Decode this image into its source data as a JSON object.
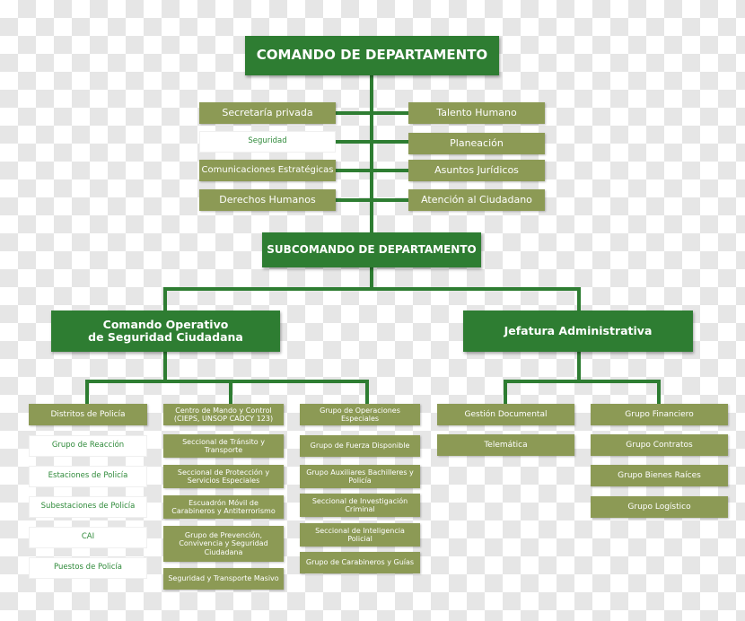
{
  "top": {
    "commander": "COMANDO DE DEPARTAMENTO",
    "subcommander": "SUBCOMANDO DE DEPARTAMENTO"
  },
  "staff_left": {
    "secretaria": "Secretaría privada",
    "seguridad": "Seguridad",
    "comunicaciones": "Comunicaciones Estratégicas",
    "derechos": "Derechos Humanos"
  },
  "staff_right": {
    "talento": "Talento Humano",
    "planeacion": "Planeación",
    "asuntos": "Asuntos Jurídicos",
    "atencion": "Atención al Ciudadano"
  },
  "branches": {
    "operativo_line1": "Comando Operativo",
    "operativo_line2": "de Seguridad Ciudadana",
    "jefatura": "Jefatura Administrativa"
  },
  "col_distritos": {
    "header": "Distritos de Policía",
    "items": [
      "Grupo de Reacción",
      "Estaciones de Policía",
      "Subestaciones de Policía",
      "CAI",
      "Puestos de Policía"
    ]
  },
  "col_centro": {
    "header": "Centro de Mando y Control (CIEPS, UNSOP CADCY 123)",
    "items": [
      "Seccional de Tránsito y Transporte",
      "Seccional de Protección y Servicios Especiales",
      "Escuadrón Móvil de Carabineros y Antiterrorismo",
      "Grupo de Prevención, Convivencia y Seguridad Ciudadana",
      "Seguridad y Transporte Masivo"
    ]
  },
  "col_operaciones": {
    "header": "Grupo de Operaciones Especiales",
    "items": [
      "Grupo de Fuerza Disponible",
      "Grupo Auxiliares Bachilleres y Policía",
      "Seccional de Investigación Criminal",
      "Seccional de Inteligencia Policial",
      "Grupo de Carabineros y Guías"
    ]
  },
  "col_gestion": {
    "header": "Gestión Documental",
    "items": [
      "Telemática"
    ]
  },
  "col_financiero": {
    "header": "Grupo Financiero",
    "items": [
      "Grupo Contratos",
      "Grupo Bienes Raíces",
      "Grupo Logístico"
    ]
  },
  "colors": {
    "dark_green": "#2e7d32",
    "olive": "#8c9a55",
    "white_text": "#2f8a3a"
  }
}
